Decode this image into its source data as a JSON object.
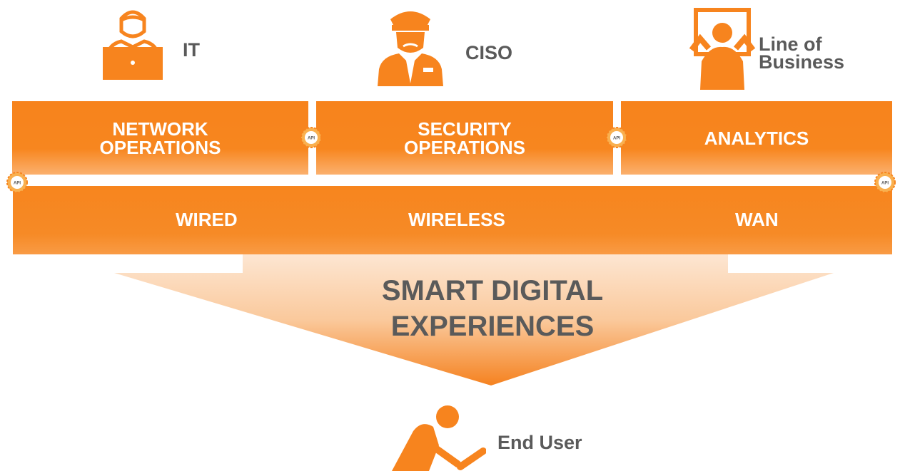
{
  "personas": {
    "it": "IT",
    "ciso": "CISO",
    "lob_line1": "Line of",
    "lob_line2": "Business",
    "end_user": "End User"
  },
  "operations": {
    "network_line1": "NETWORK",
    "network_line2": "OPERATIONS",
    "security_line1": "SECURITY",
    "security_line2": "OPERATIONS",
    "analytics": "ANALYTICS"
  },
  "infrastructure": {
    "wired": "WIRED",
    "wireless": "WIRELESS",
    "wan": "WAN"
  },
  "api_badge": "API",
  "funnel": {
    "line1": "SMART DIGITAL",
    "line2": "EXPERIENCES"
  },
  "colors": {
    "accent": "#F7841E",
    "text_gray": "#5A5A5A"
  }
}
